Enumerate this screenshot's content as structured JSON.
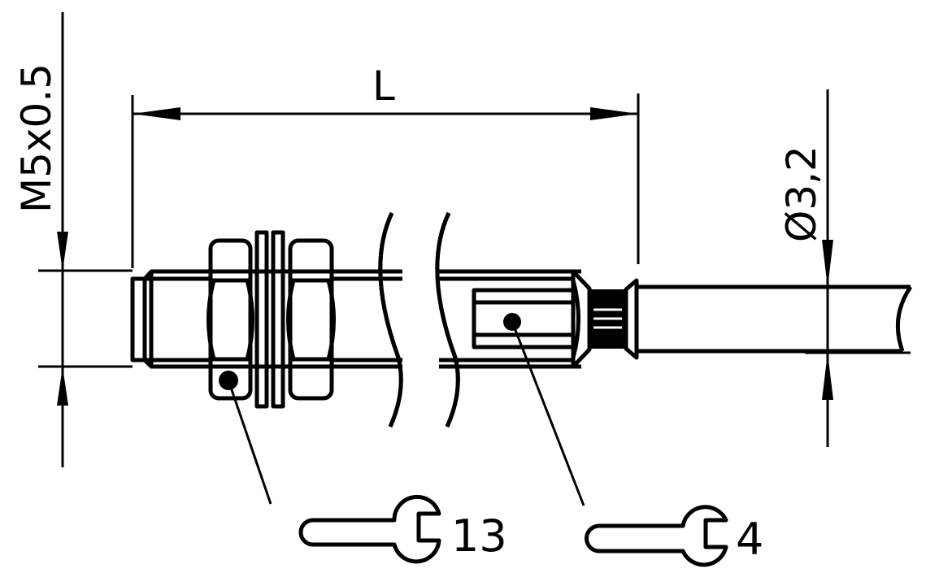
{
  "drawing": {
    "dimensions": {
      "thread": "M5x0.5",
      "length": "L",
      "cable_diameter": "Ø3,2"
    },
    "callouts": [
      {
        "part": "nut",
        "wrench_size": "13",
        "icon": "open-end-wrench-icon"
      },
      {
        "part": "flats",
        "wrench_size": "4",
        "icon": "open-end-wrench-icon"
      }
    ],
    "colors": {
      "line": "#000000",
      "background": "#ffffff"
    }
  }
}
